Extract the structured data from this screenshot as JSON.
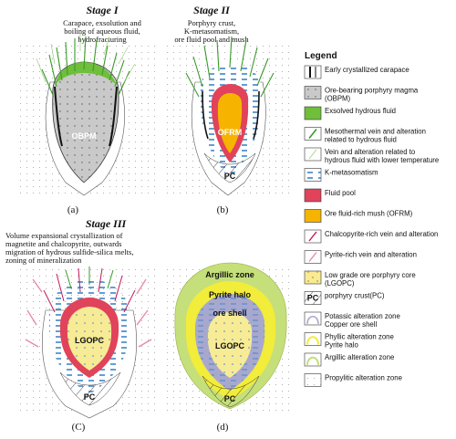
{
  "stages": [
    {
      "title": "Stage I",
      "lines": [
        "Carapace, exsolution and",
        "boiling of aqueous fluid,",
        "hydrofracturing"
      ]
    },
    {
      "title": "Stage II",
      "lines": [
        "Porphyry crust,",
        "K-metasomatism,",
        "ore fluid pool and mush"
      ]
    },
    {
      "title": "Stage III",
      "lines": [
        "Volume expansional crystallization of",
        "magnetite and chalcopyrite, outwards",
        "migration of hydrous sulfide-silica melts,",
        "zoning of mineralization"
      ]
    }
  ],
  "panels": {
    "a": {
      "label": "(a)",
      "body": "OBPM"
    },
    "b": {
      "label": "(b)",
      "body": "OFRM",
      "base": "PC"
    },
    "c": {
      "label": "(C)",
      "body": "LGOPC",
      "base": "PC"
    },
    "d": {
      "label": "(d)",
      "body": "LGOPC",
      "base": "PC",
      "zones": [
        "Argillic zone",
        "Pyrite halo",
        "ore shell"
      ]
    }
  },
  "legend": {
    "title": "Legend",
    "items": [
      {
        "key": "carapace",
        "lines": [
          "Early crystallized carapace"
        ]
      },
      {
        "key": "obpm",
        "lines": [
          "Ore-bearing porphyry magma",
          "(OBPM)"
        ]
      },
      {
        "key": "hydrous",
        "lines": [
          "Exsolved hydrous fluid"
        ]
      },
      {
        "key": "meso",
        "lines": [
          "Mesothermal vein and alteration",
          "related to hydrous fluid"
        ]
      },
      {
        "key": "lowt",
        "lines": [
          "Vein and alteration related to",
          "hydrous fluid with lower temperature"
        ]
      },
      {
        "key": "kmeta",
        "lines": [
          "K-metasomatism"
        ]
      },
      {
        "key": "pool",
        "lines": [
          "Fluid pool"
        ]
      },
      {
        "key": "ofrm",
        "lines": [
          "Ore fluid-rich mush (OFRM)"
        ]
      },
      {
        "key": "cpy",
        "lines": [
          "Chalcopyrite-rich vein and alteration"
        ]
      },
      {
        "key": "py",
        "lines": [
          "Pyrite-rich vein and alteration"
        ]
      },
      {
        "key": "lgopc",
        "lines": [
          "Low grade ore porphyry core",
          "(LGOPC)"
        ]
      },
      {
        "key": "pc",
        "lines": [
          "porphyry crust(PC)"
        ],
        "swatch_text": "PC"
      },
      {
        "key": "potassic",
        "lines": [
          "Potassic alteration zone",
          "Copper ore shell"
        ]
      },
      {
        "key": "phyllic",
        "lines": [
          "Phyllic alteration zone",
          "Pyrite halo"
        ]
      },
      {
        "key": "argillic",
        "lines": [
          "Argillic alteration zone"
        ]
      },
      {
        "key": "propylitic",
        "lines": [
          "Propylitic alteration zone"
        ]
      }
    ]
  },
  "colors": {
    "obpm": "#c9c9c9",
    "hydrous": "#6fbf3a",
    "vein_green": "#3a9a2a",
    "kmeta": "#3d86c8",
    "pool": "#e0435a",
    "ofrm": "#f6b400",
    "lgopc": "#f7eb95",
    "cpy": "#c2185b",
    "py": "#e98aa0",
    "argillic": "#c5df7a",
    "phyllic": "#f2ec3a",
    "potassic": "#a8a8cf"
  }
}
